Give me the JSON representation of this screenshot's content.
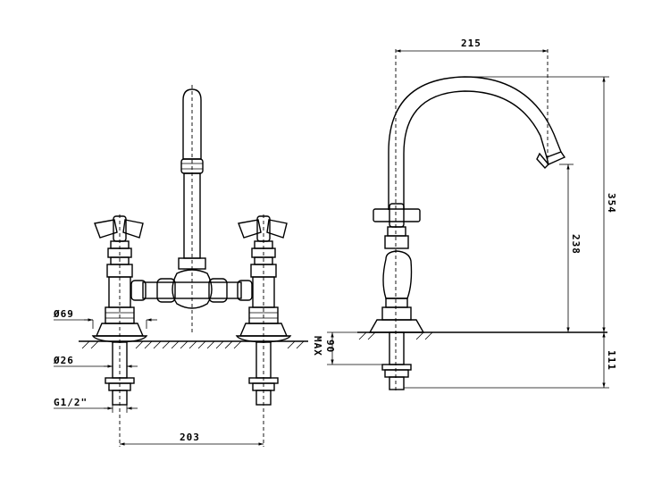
{
  "dimensions": {
    "d69": "Ø69",
    "d26": "Ø26",
    "thread": "G1/2\"",
    "spacing": "203",
    "reach": "215",
    "total_height": "354",
    "spout_height": "238",
    "max_label": "MAX",
    "deck_max": "90",
    "below_deck": "111"
  }
}
